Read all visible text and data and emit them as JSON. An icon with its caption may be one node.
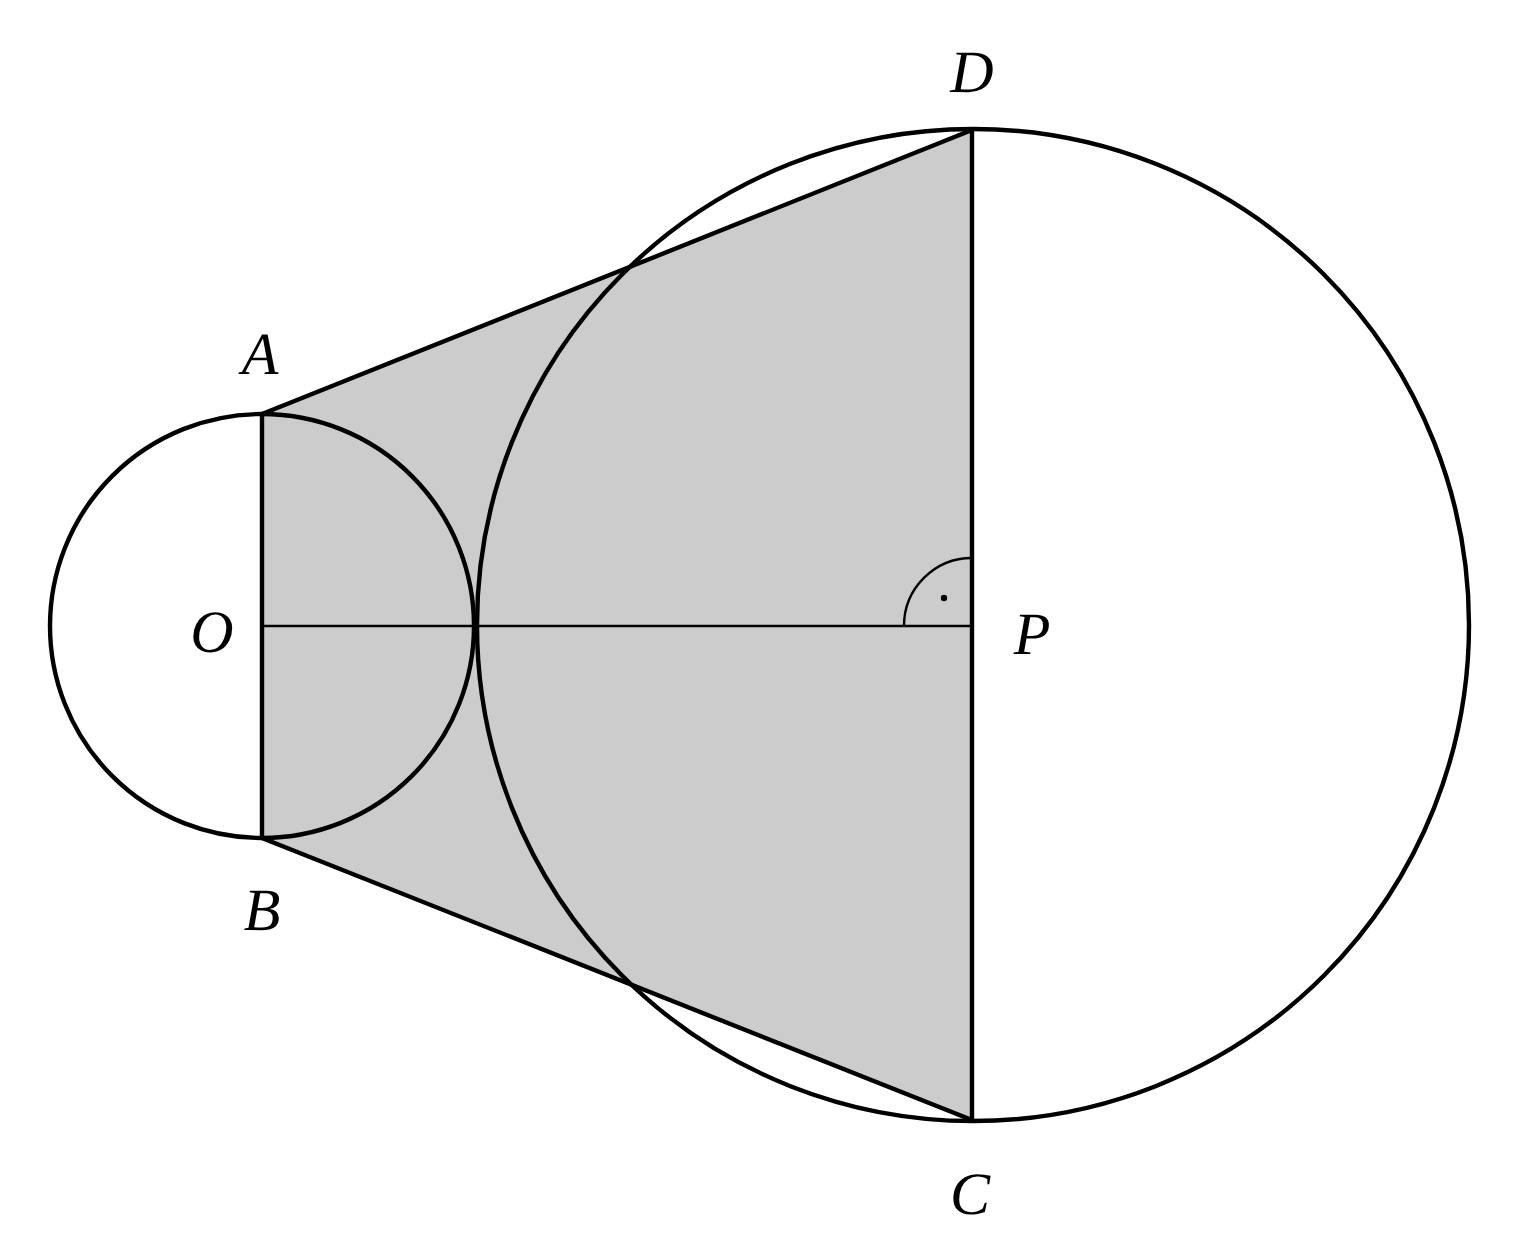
{
  "diagram": {
    "nodes": [
      {
        "text": [
          "O"
        ]
      },
      {
        "text": [
          "P"
        ]
      }
    ],
    "edges": [
      {
        "from": 0,
        "to": 1,
        "arrow": "none"
      }
    ],
    "labels": [
      "D",
      "A",
      "B",
      "C"
    ]
  }
}
